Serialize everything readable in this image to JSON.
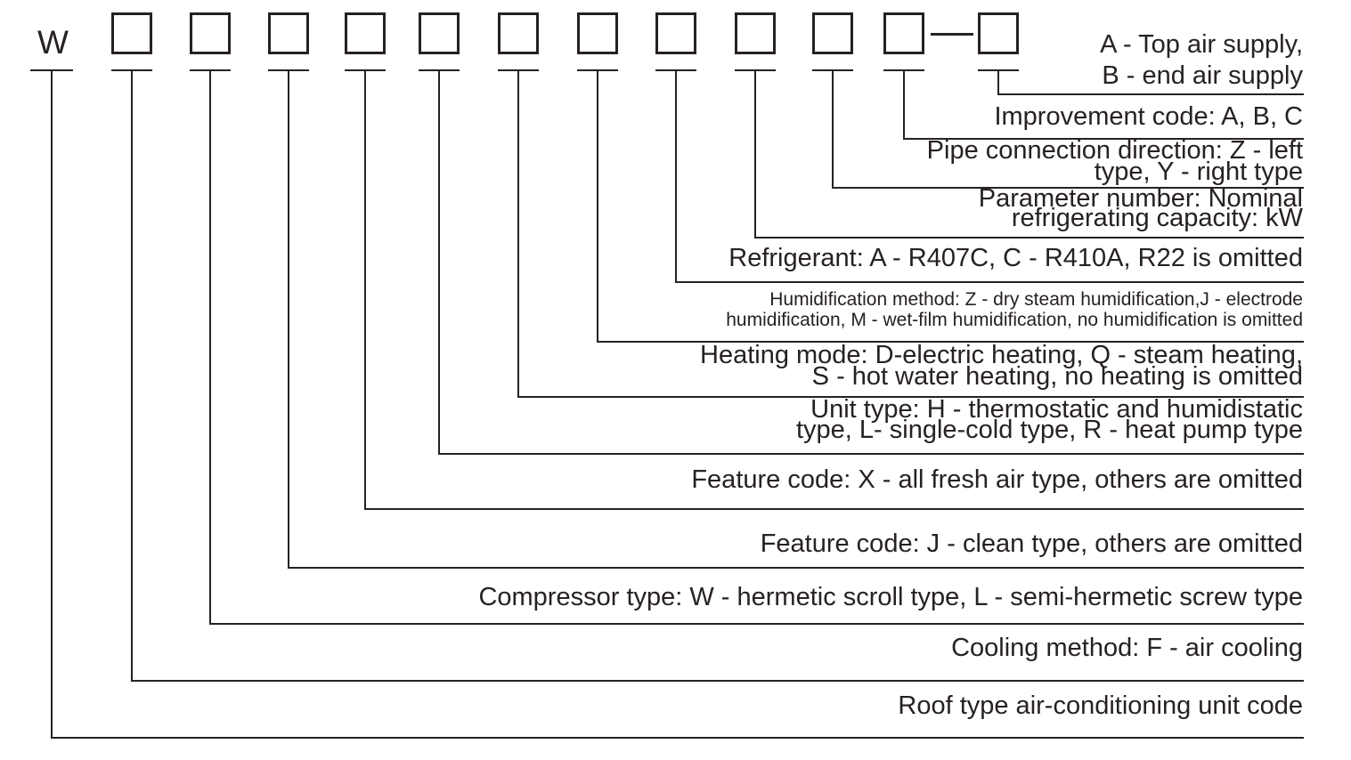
{
  "page": {
    "background_color": "#ffffff",
    "ink_color": "#272122"
  },
  "diagram": {
    "code_prefix": "W",
    "box_count": 12,
    "separator": "-",
    "labels": [
      {
        "position": "prefix-W",
        "line1": "Roof type air-conditioning unit code"
      },
      {
        "position": "box-1",
        "line1": "Cooling method: F - air cooling"
      },
      {
        "position": "box-2",
        "line1": "Compressor type: W - hermetic scroll type, L - semi-hermetic screw type"
      },
      {
        "position": "box-3",
        "line1": "Feature code: J - clean type, others are omitted"
      },
      {
        "position": "box-4",
        "line1": "Feature code: X - all fresh air type, others are omitted"
      },
      {
        "position": "box-5",
        "line1": "Unit type: H - thermostatic and humidistatic",
        "line2": "type, L- single-cold type, R - heat pump type"
      },
      {
        "position": "box-6",
        "line1": "Heating mode: D-electric heating, Q - steam heating,",
        "line2": "S - hot water heating, no heating is omitted"
      },
      {
        "position": "box-7",
        "line1": "Humidification method: Z - dry steam humidification,J - electrode",
        "line2": "humidification, M - wet-film humidification, no humidification is omitted"
      },
      {
        "position": "box-8",
        "line1": "Refrigerant: A - R407C, C - R410A, R22 is omitted"
      },
      {
        "position": "box-9",
        "line1": "Parameter number: Nominal",
        "line2": "refrigerating capacity: kW"
      },
      {
        "position": "box-10",
        "line1": "Pipe connection direction: Z - left",
        "line2": "type, Y - right type"
      },
      {
        "position": "box-11",
        "line1": "Improvement code: A, B, C"
      },
      {
        "position": "box-12",
        "line1": "A - Top air supply,",
        "line2": "B - end air supply"
      }
    ]
  }
}
